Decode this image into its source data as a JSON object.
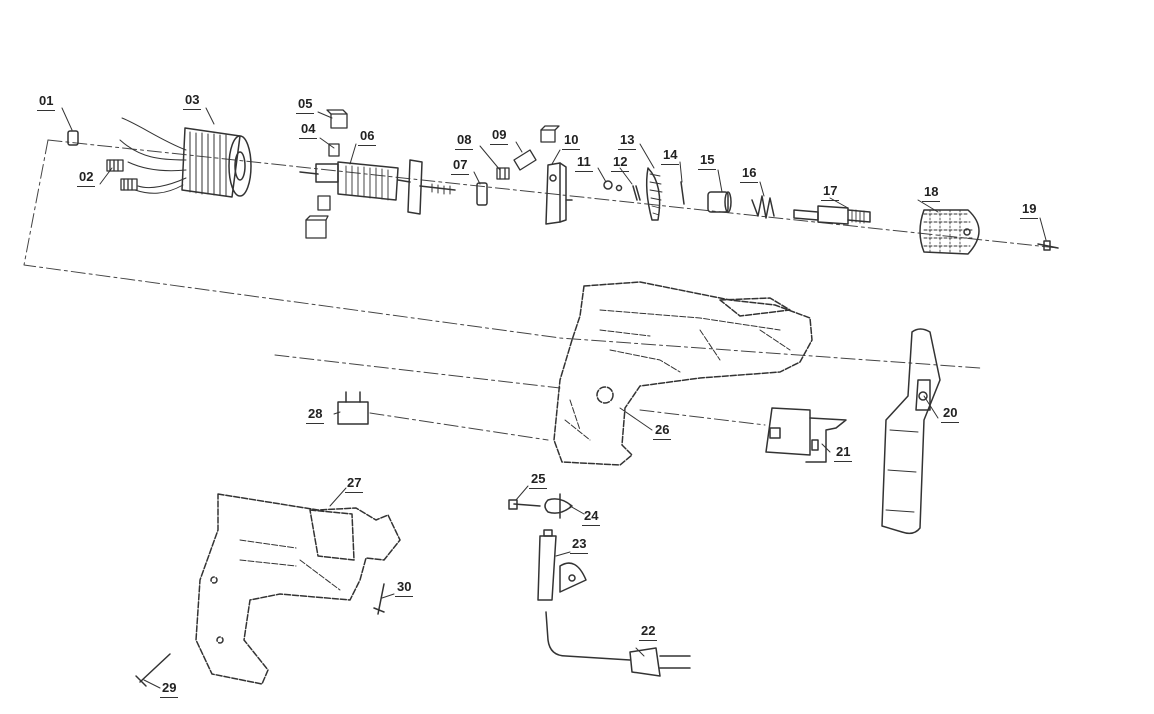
{
  "parts": [
    {
      "id": "01",
      "name": "part-01"
    },
    {
      "id": "02",
      "name": "part-02"
    },
    {
      "id": "03",
      "name": "part-03"
    },
    {
      "id": "04",
      "name": "part-04"
    },
    {
      "id": "05",
      "name": "part-05"
    },
    {
      "id": "06",
      "name": "part-06"
    },
    {
      "id": "07",
      "name": "part-07"
    },
    {
      "id": "08",
      "name": "part-08"
    },
    {
      "id": "09",
      "name": "part-09"
    },
    {
      "id": "10",
      "name": "part-10"
    },
    {
      "id": "11",
      "name": "part-11"
    },
    {
      "id": "12",
      "name": "part-12"
    },
    {
      "id": "13",
      "name": "part-13"
    },
    {
      "id": "14",
      "name": "part-14"
    },
    {
      "id": "15",
      "name": "part-15"
    },
    {
      "id": "16",
      "name": "part-16"
    },
    {
      "id": "17",
      "name": "part-17"
    },
    {
      "id": "18",
      "name": "part-18"
    },
    {
      "id": "19",
      "name": "part-19"
    },
    {
      "id": "20",
      "name": "part-20"
    },
    {
      "id": "21",
      "name": "part-21"
    },
    {
      "id": "22",
      "name": "part-22"
    },
    {
      "id": "23",
      "name": "part-23"
    },
    {
      "id": "24",
      "name": "part-24"
    },
    {
      "id": "25",
      "name": "part-25"
    },
    {
      "id": "26",
      "name": "part-26"
    },
    {
      "id": "27",
      "name": "part-27"
    },
    {
      "id": "28",
      "name": "part-28"
    },
    {
      "id": "29",
      "name": "part-29"
    },
    {
      "id": "30",
      "name": "part-30"
    }
  ],
  "colors": {
    "line": "#333333",
    "background": "#ffffff"
  }
}
